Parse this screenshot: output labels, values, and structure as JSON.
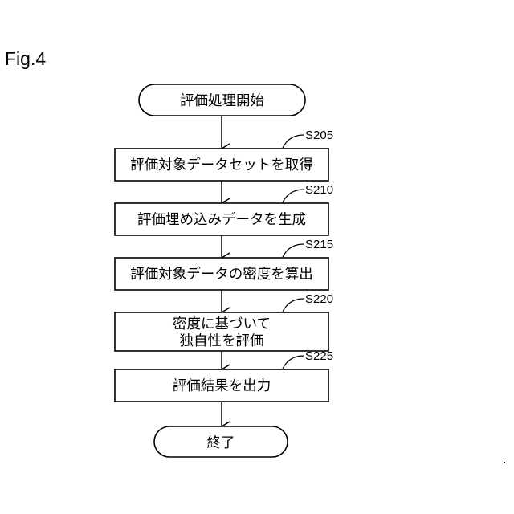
{
  "figure": {
    "label": "Fig.4"
  },
  "flowchart": {
    "start": "評価処理開始",
    "end": "終了",
    "steps": [
      {
        "id": "S205",
        "lines": [
          "評価対象データセットを取得"
        ]
      },
      {
        "id": "S210",
        "lines": [
          "評価埋め込みデータを生成"
        ]
      },
      {
        "id": "S215",
        "lines": [
          "評価対象データの密度を算出"
        ]
      },
      {
        "id": "S220",
        "lines": [
          "密度に基づいて",
          "独自性を評価"
        ]
      },
      {
        "id": "S225",
        "lines": [
          "評価結果を出力"
        ]
      }
    ]
  }
}
